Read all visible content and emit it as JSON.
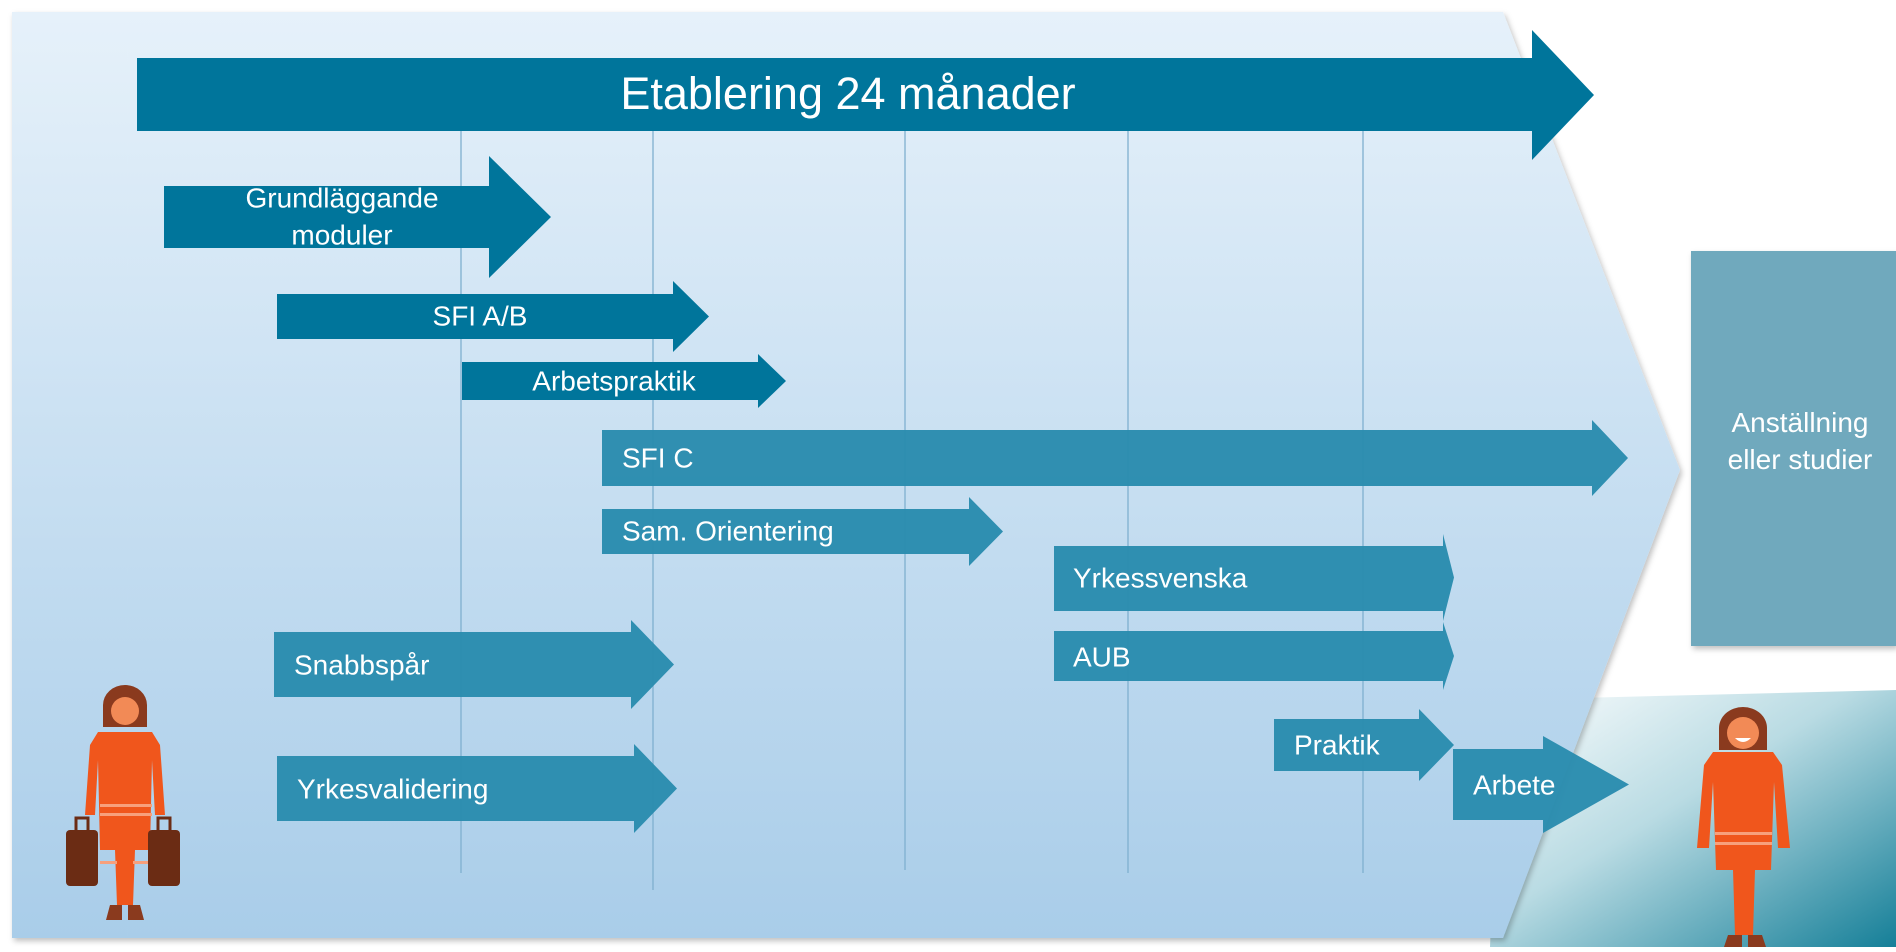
{
  "colors": {
    "arrow_dark": "#00759b",
    "arrow_light": "#2a8cae",
    "goal_box": "#6fa9bd",
    "chevron_top": "#e6f1fa",
    "chevron_bottom": "#a9cde9",
    "person": "#f0561c",
    "hair": "#8a3a1e",
    "skin": "#f28a56",
    "bag": "#6b2c14"
  },
  "main_arrow": {
    "label": "Etablering 24 månader"
  },
  "activities": [
    {
      "label_lines": [
        "Grundläggande",
        "moduler"
      ]
    },
    {
      "label_lines": [
        "SFI A/B"
      ]
    },
    {
      "label_lines": [
        "Arbetspraktik"
      ]
    },
    {
      "label_lines": [
        "SFI C"
      ]
    },
    {
      "label_lines": [
        "Sam. Orientering"
      ]
    },
    {
      "label_lines": [
        "Yrkessvenska"
      ]
    },
    {
      "label_lines": [
        "AUB"
      ]
    },
    {
      "label_lines": [
        "Snabbspår"
      ]
    },
    {
      "label_lines": [
        "Praktik"
      ]
    },
    {
      "label_lines": [
        "Yrkesvalidering"
      ]
    },
    {
      "label_lines": [
        "Arbete"
      ]
    }
  ],
  "goal": {
    "label_lines": [
      "Anställning",
      "eller studier"
    ]
  },
  "people": [
    {
      "description": "newcomer",
      "icon": "person-with-suitcases-icon"
    },
    {
      "description": "employed",
      "icon": "smiling-person-icon"
    }
  ]
}
